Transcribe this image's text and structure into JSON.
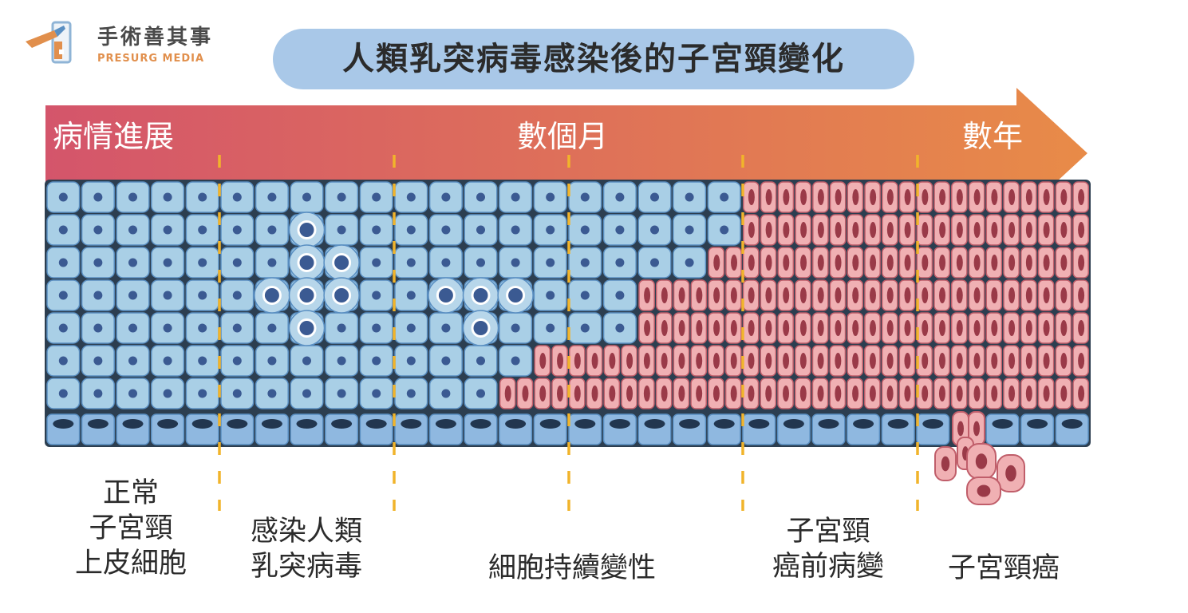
{
  "brand": {
    "name": "手術善其事",
    "subtitle": "PRESURG MEDIA",
    "accent_color": "#e18f4c"
  },
  "title": "人類乳突病毒感染後的子宮頸變化",
  "arrow": {
    "progress_label": "病情進展",
    "months_label": "數個月",
    "years_label": "數年",
    "color_start": "#d4556b",
    "color_end": "#e88b48"
  },
  "stages": [
    {
      "id": "normal",
      "label": "正常\n子宮頸\n上皮細胞"
    },
    {
      "id": "infection",
      "label": "感染人類\n乳突病毒"
    },
    {
      "id": "changes",
      "label": "細胞持續變性"
    },
    {
      "id": "precancer",
      "label": "子宮頸\n癌前病變"
    },
    {
      "id": "cancer",
      "label": "子宮頸癌"
    }
  ],
  "colors": {
    "normal_cell": "#a9cfe6",
    "normal_border": "#5a8fc2",
    "nucleus": "#3b5a92",
    "infected_ring": "#ffffff",
    "abnormal_cell": "#f0b0b3",
    "abnormal_border": "#c05e6a",
    "abnormal_nucleus": "#9a3a48",
    "divider": "#f1b42b",
    "grid_bg": "#2c3e50"
  }
}
